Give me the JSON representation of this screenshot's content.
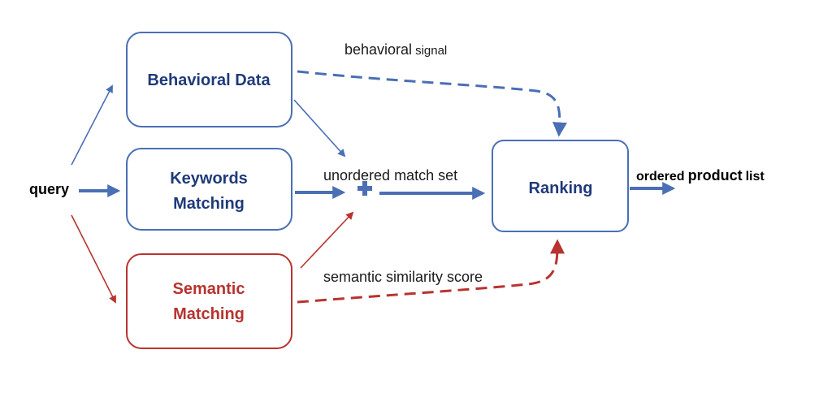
{
  "colors": {
    "blue": "#5b7fc4",
    "dark_blue": "#1f3a7a",
    "red": "#b8332f",
    "ranking_border": "#5b7fc4"
  },
  "nodes": {
    "query": "query",
    "behavioral": "Behavioral Data",
    "keywords_line1": "Keywords",
    "keywords_line2": "Matching",
    "semantic_line1": "Semantic",
    "semantic_line2": "Matching",
    "ranking": "Ranking",
    "merge_symbol": "+"
  },
  "edge_labels": {
    "behavioral_signal_a": "behavioral",
    "behavioral_signal_b": "signal",
    "unordered_match_set": "unordered match set",
    "semantic_similarity_score": "semantic similarity score",
    "ordered_a": "ordered",
    "ordered_b": "product",
    "ordered_c": "list"
  }
}
